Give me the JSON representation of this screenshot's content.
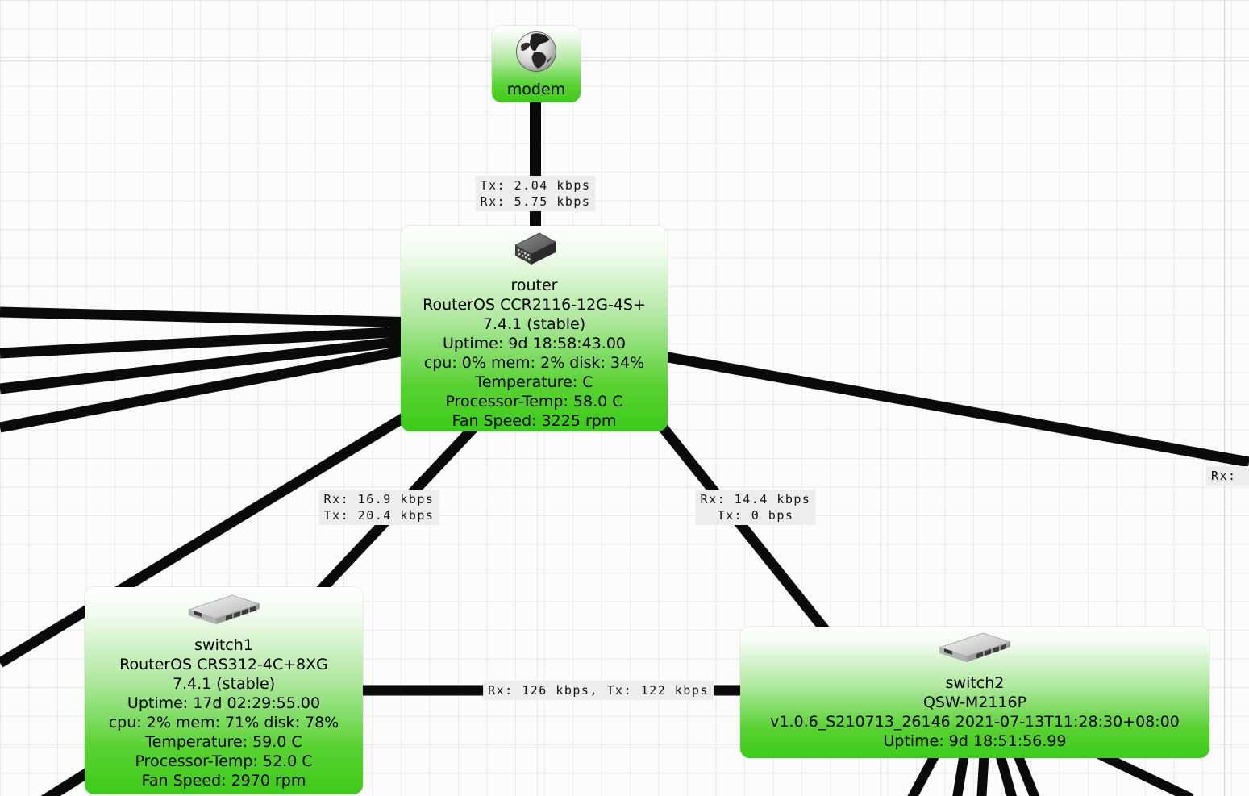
{
  "app": {
    "name": "network weathermap"
  },
  "theme": {
    "background": "#fcfcfc",
    "grid_minor": "#e9e9e9",
    "grid_major": "#dadada",
    "link_color": "#0a0a0a",
    "label_background": "#ededed",
    "node_gradient_top": "#ffffff",
    "node_gradient_bottom": "#3dcb1a",
    "text_color": "#000000"
  },
  "nodes": [
    {
      "id": "modem",
      "icon": "globe-icon",
      "lines": [
        "modem"
      ]
    },
    {
      "id": "router",
      "icon": "router-icon",
      "lines": [
        "router",
        "RouterOS CCR2116-12G-4S+",
        "7.4.1 (stable)",
        "Uptime: 9d 18:58:43.00",
        "cpu: 0% mem: 2% disk: 34%",
        "Temperature:  C",
        "Processor-Temp: 58.0 C",
        "Fan Speed: 3225 rpm"
      ]
    },
    {
      "id": "switch1",
      "icon": "switch-icon",
      "lines": [
        "switch1",
        "RouterOS CRS312-4C+8XG",
        "7.4.1 (stable)",
        "Uptime: 17d 02:29:55.00",
        "cpu: 2% mem: 71% disk: 78%",
        "Temperature: 59.0 C",
        "Processor-Temp: 52.0 C",
        "Fan Speed: 2970 rpm"
      ]
    },
    {
      "id": "switch2",
      "icon": "switch-icon",
      "lines": [
        "switch2",
        "QSW-M2116P",
        "v1.0.6_S210713_26146 2021-07-13T11:28:30+08:00",
        "Uptime: 9d 18:51:56.99"
      ]
    }
  ],
  "link_labels": [
    {
      "id": "modem-router",
      "line1": "Tx: 2.04 kbps",
      "line2": "Rx: 5.75 kbps"
    },
    {
      "id": "router-switch1",
      "line1": "Rx: 16.9 kbps",
      "line2": "Tx: 20.4 kbps"
    },
    {
      "id": "router-switch2",
      "line1": "Rx: 14.4 kbps",
      "line2": "Tx: 0 bps"
    },
    {
      "id": "switch1-switch2",
      "line1": "Rx: 126 kbps, Tx: 122 kbps",
      "line2": ""
    },
    {
      "id": "edge-right",
      "line1": "Rx:",
      "line2": ""
    }
  ]
}
